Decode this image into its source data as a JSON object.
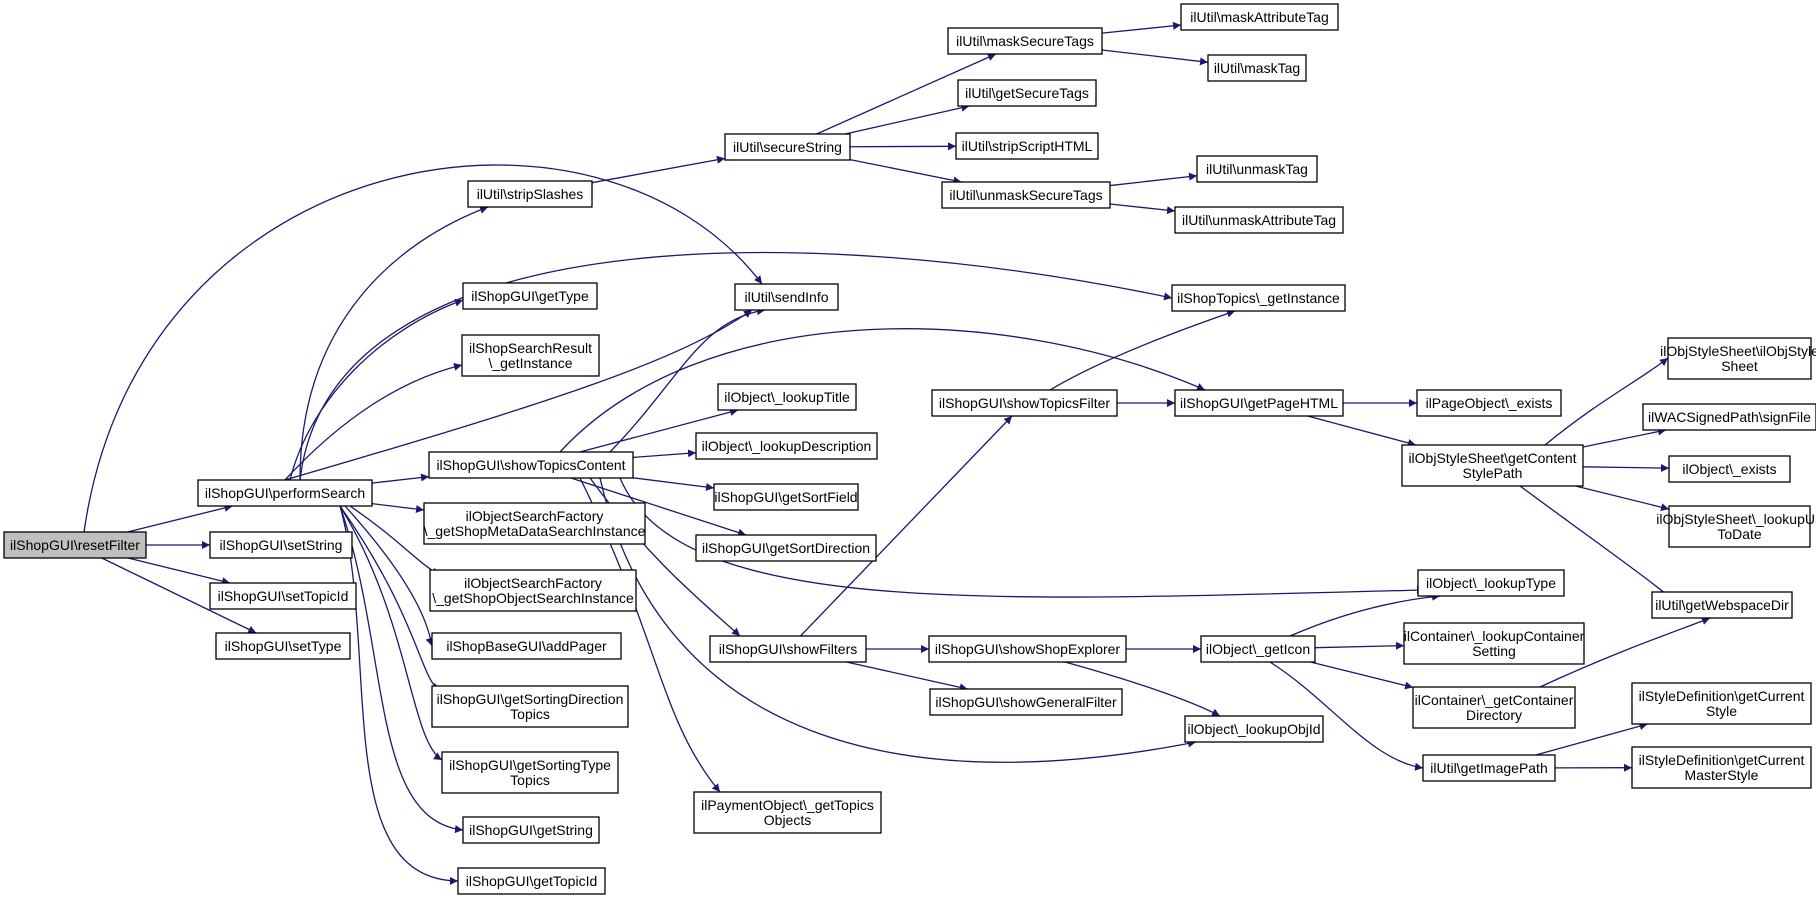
{
  "colors": {
    "edge": "#191970",
    "node_fill": "#ffffff",
    "root_fill": "#bfbfbf",
    "node_stroke": "#000000"
  },
  "root": "n0",
  "nodes": {
    "n0": {
      "lines": [
        "ilShopGUI\\resetFilter"
      ]
    },
    "n1": {
      "lines": [
        "ilShopGUI\\performSearch"
      ]
    },
    "n2": {
      "lines": [
        "ilShopGUI\\setString"
      ]
    },
    "n3": {
      "lines": [
        "ilShopGUI\\setTopicId"
      ]
    },
    "n4": {
      "lines": [
        "ilShopGUI\\setType"
      ]
    },
    "n5": {
      "lines": [
        "ilUtil\\sendInfo"
      ]
    },
    "n6": {
      "lines": [
        "ilUtil\\stripSlashes"
      ]
    },
    "n7": {
      "lines": [
        "ilShopGUI\\getType"
      ]
    },
    "n8": {
      "lines": [
        "ilShopSearchResult",
        "\\_getInstance"
      ]
    },
    "n9": {
      "lines": [
        "ilShopGUI\\showTopicsContent"
      ]
    },
    "n10": {
      "lines": [
        "ilObjectSearchFactory",
        "\\_getShopMetaDataSearchInstance"
      ]
    },
    "n11": {
      "lines": [
        "ilObjectSearchFactory",
        "\\_getShopObjectSearchInstance"
      ]
    },
    "n12": {
      "lines": [
        "ilShopBaseGUI\\addPager"
      ]
    },
    "n13": {
      "lines": [
        "ilShopGUI\\getSortingDirection",
        "Topics"
      ]
    },
    "n14": {
      "lines": [
        "ilShopGUI\\getSortingType",
        "Topics"
      ]
    },
    "n15": {
      "lines": [
        "ilShopGUI\\getString"
      ]
    },
    "n16": {
      "lines": [
        "ilShopGUI\\getTopicId"
      ]
    },
    "n17": {
      "lines": [
        "ilUtil\\secureString"
      ]
    },
    "n18": {
      "lines": [
        "ilUtil\\maskSecureTags"
      ]
    },
    "n19": {
      "lines": [
        "ilUtil\\getSecureTags"
      ]
    },
    "n20": {
      "lines": [
        "ilUtil\\stripScriptHTML"
      ]
    },
    "n21": {
      "lines": [
        "ilUtil\\unmaskSecureTags"
      ]
    },
    "n22": {
      "lines": [
        "ilUtil\\maskAttributeTag"
      ]
    },
    "n23": {
      "lines": [
        "ilUtil\\maskTag"
      ]
    },
    "n24": {
      "lines": [
        "ilUtil\\unmaskTag"
      ]
    },
    "n25": {
      "lines": [
        "ilUtil\\unmaskAttributeTag"
      ]
    },
    "n26": {
      "lines": [
        "ilShopTopics\\_getInstance"
      ]
    },
    "n27": {
      "lines": [
        "ilShopGUI\\getPageHTML"
      ]
    },
    "n28": {
      "lines": [
        "ilObject\\_lookupTitle"
      ]
    },
    "n29": {
      "lines": [
        "ilObject\\_lookupDescription"
      ]
    },
    "n30": {
      "lines": [
        "ilShopGUI\\getSortField"
      ]
    },
    "n31": {
      "lines": [
        "ilShopGUI\\getSortDirection"
      ]
    },
    "n32": {
      "lines": [
        "ilObject\\_lookupType"
      ]
    },
    "n33": {
      "lines": [
        "ilShopGUI\\showFilters"
      ]
    },
    "n34": {
      "lines": [
        "ilObject\\_lookupObjId"
      ]
    },
    "n35": {
      "lines": [
        "ilPaymentObject\\_getTopics",
        "Objects"
      ]
    },
    "n36": {
      "lines": [
        "ilShopGUI\\showTopicsFilter"
      ]
    },
    "n37": {
      "lines": [
        "ilShopGUI\\showShopExplorer"
      ]
    },
    "n38": {
      "lines": [
        "ilShopGUI\\showGeneralFilter"
      ]
    },
    "n39": {
      "lines": [
        "ilObject\\_getIcon"
      ]
    },
    "n40": {
      "lines": [
        "ilPageObject\\_exists"
      ]
    },
    "n41": {
      "lines": [
        "ilObjStyleSheet\\getContent",
        "StylePath"
      ]
    },
    "n42": {
      "lines": [
        "ilContainer\\_lookupContainer",
        "Setting"
      ]
    },
    "n43": {
      "lines": [
        "ilContainer\\_getContainer",
        "Directory"
      ]
    },
    "n44": {
      "lines": [
        "ilUtil\\getImagePath"
      ]
    },
    "n45": {
      "lines": [
        "ilObjStyleSheet\\ilObjStyle",
        "Sheet"
      ]
    },
    "n46": {
      "lines": [
        "ilWACSignedPath\\signFile"
      ]
    },
    "n47": {
      "lines": [
        "ilObject\\_exists"
      ]
    },
    "n48": {
      "lines": [
        "ilObjStyleSheet\\_lookupUp",
        "ToDate"
      ]
    },
    "n49": {
      "lines": [
        "ilUtil\\getWebspaceDir"
      ]
    },
    "n50": {
      "lines": [
        "ilStyleDefinition\\getCurrent",
        "Style"
      ]
    },
    "n51": {
      "lines": [
        "ilStyleDefinition\\getCurrent",
        "MasterStyle"
      ]
    }
  },
  "edges": [
    [
      "n0",
      "n1"
    ],
    [
      "n0",
      "n2"
    ],
    [
      "n0",
      "n3"
    ],
    [
      "n0",
      "n4"
    ],
    [
      "n0",
      "n5"
    ],
    [
      "n1",
      "n6"
    ],
    [
      "n1",
      "n7"
    ],
    [
      "n1",
      "n8"
    ],
    [
      "n1",
      "n9"
    ],
    [
      "n1",
      "n10"
    ],
    [
      "n1",
      "n11"
    ],
    [
      "n1",
      "n12"
    ],
    [
      "n1",
      "n13"
    ],
    [
      "n1",
      "n14"
    ],
    [
      "n1",
      "n15"
    ],
    [
      "n1",
      "n16"
    ],
    [
      "n1",
      "n5"
    ],
    [
      "n1",
      "n26"
    ],
    [
      "n6",
      "n17"
    ],
    [
      "n17",
      "n18"
    ],
    [
      "n17",
      "n19"
    ],
    [
      "n17",
      "n20"
    ],
    [
      "n17",
      "n21"
    ],
    [
      "n18",
      "n22"
    ],
    [
      "n18",
      "n23"
    ],
    [
      "n21",
      "n24"
    ],
    [
      "n21",
      "n25"
    ],
    [
      "n9",
      "n5"
    ],
    [
      "n9",
      "n27"
    ],
    [
      "n9",
      "n28"
    ],
    [
      "n9",
      "n29"
    ],
    [
      "n9",
      "n30"
    ],
    [
      "n9",
      "n31"
    ],
    [
      "n9",
      "n32"
    ],
    [
      "n9",
      "n33"
    ],
    [
      "n9",
      "n34"
    ],
    [
      "n9",
      "n35"
    ],
    [
      "n33",
      "n36"
    ],
    [
      "n33",
      "n37"
    ],
    [
      "n33",
      "n38"
    ],
    [
      "n36",
      "n26"
    ],
    [
      "n36",
      "n27"
    ],
    [
      "n37",
      "n39"
    ],
    [
      "n37",
      "n34"
    ],
    [
      "n27",
      "n40"
    ],
    [
      "n27",
      "n41"
    ],
    [
      "n41",
      "n45"
    ],
    [
      "n41",
      "n46"
    ],
    [
      "n41",
      "n47"
    ],
    [
      "n41",
      "n48"
    ],
    [
      "n41",
      "n49"
    ],
    [
      "n39",
      "n32"
    ],
    [
      "n39",
      "n42"
    ],
    [
      "n39",
      "n43"
    ],
    [
      "n39",
      "n44"
    ],
    [
      "n43",
      "n49"
    ],
    [
      "n44",
      "n50"
    ],
    [
      "n44",
      "n51"
    ]
  ]
}
